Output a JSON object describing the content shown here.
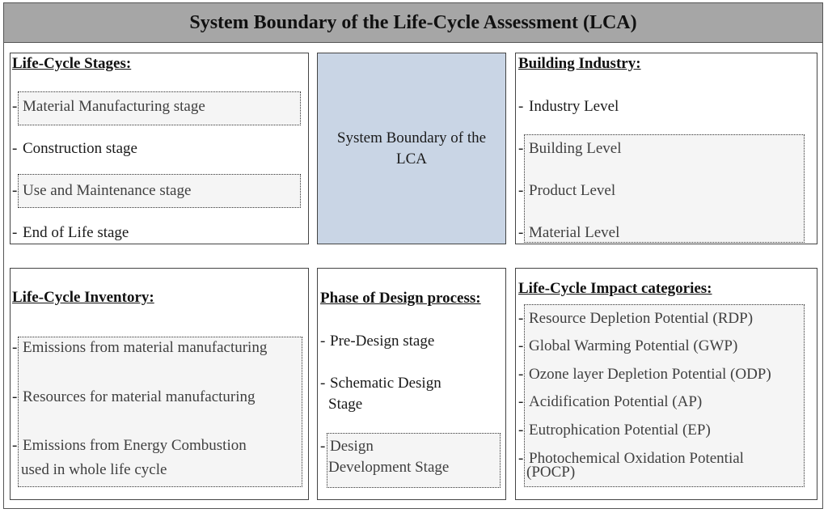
{
  "title": "System Boundary of the Life-Cycle Assessment (LCA)",
  "center": {
    "label": "System Boundary of the LCA"
  },
  "life_cycle_stages": {
    "heading": "Life-Cycle Stages:",
    "items": [
      "Material Manufacturing stage",
      "Construction stage",
      "Use and Maintenance stage",
      "End of Life stage"
    ]
  },
  "building_industry": {
    "heading": "Building Industry:",
    "items": [
      "Industry Level",
      "Building Level",
      "Product Level",
      "Material Level"
    ]
  },
  "life_cycle_inventory": {
    "heading": "Life-Cycle Inventory:",
    "items": [
      "Emissions from material manufacturing",
      "Resources for material manufacturing",
      "Emissions from Energy Combustion",
      "used in whole life cycle"
    ]
  },
  "design_process": {
    "heading": "Phase of Design process:",
    "items": [
      "Pre-Design stage",
      "Schematic Design",
      "Stage",
      "Design",
      "Development Stage"
    ]
  },
  "impact_categories": {
    "heading": "Life-Cycle Impact categories:",
    "items": [
      "Resource Depletion Potential (RDP)",
      "Global Warming Potential (GWP)",
      "Ozone layer Depletion Potential (ODP)",
      "Acidification Potential (AP)",
      "Eutrophication Potential (EP)",
      "Photochemical Oxidation Potential",
      "(POCP)"
    ]
  },
  "dash": "-"
}
